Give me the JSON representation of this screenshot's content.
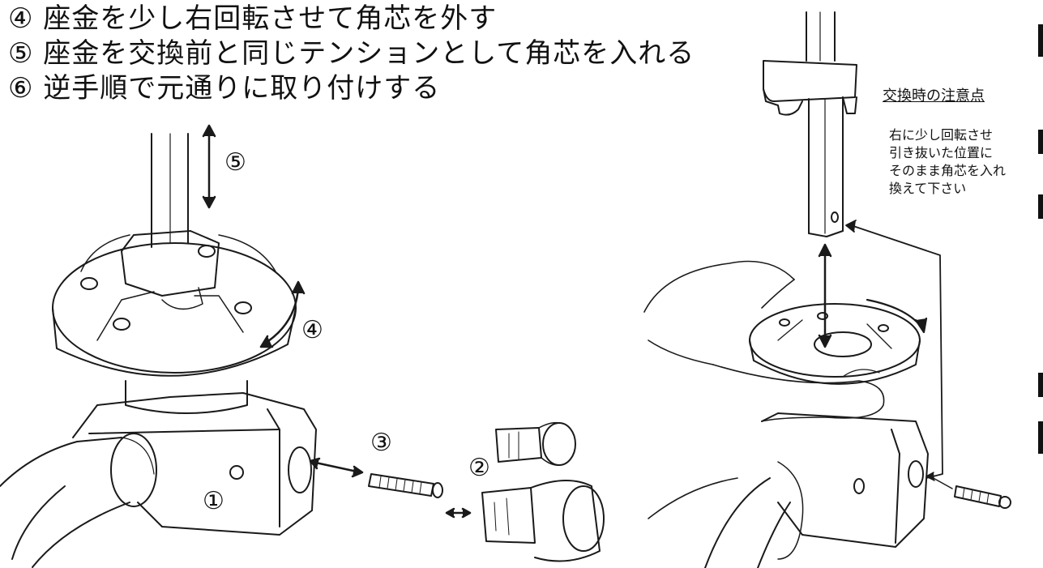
{
  "instructions": {
    "steps": [
      "④ 座金を少し右回転させて角芯を外す",
      "⑤ 座金を交換前と同じテンションとして角芯を入れる",
      "⑥ 逆手順で元通りに取り付けする"
    ]
  },
  "diagram_labels": {
    "step5": "⑤",
    "step4": "④",
    "step3": "③",
    "step2": "②",
    "step1": "①"
  },
  "notes": {
    "title": "交換時の注意点",
    "lines": [
      "右に少し回転させ",
      "引き抜いた位置に",
      "そのまま角芯を入れ",
      "換えて下さい"
    ]
  }
}
